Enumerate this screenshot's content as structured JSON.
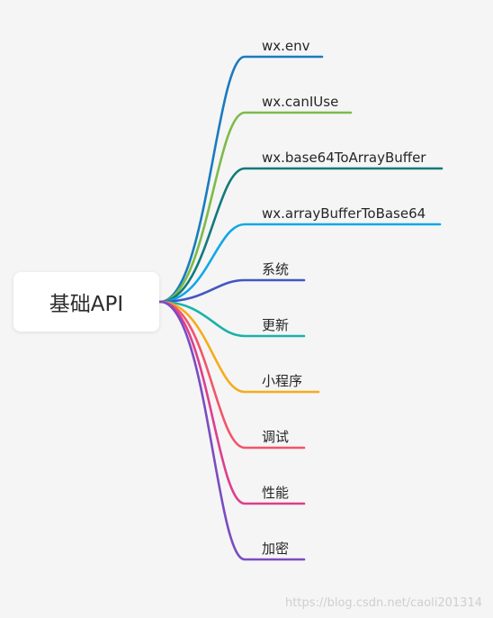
{
  "root": {
    "label": "基础API"
  },
  "branches": [
    {
      "label": "wx.env",
      "color": "#1a7bbf"
    },
    {
      "label": "wx.canIUse",
      "color": "#7cbb4a"
    },
    {
      "label": "wx.base64ToArrayBuffer",
      "color": "#12797b"
    },
    {
      "label": "wx.arrayBufferToBase64",
      "color": "#10a8e6"
    },
    {
      "label": "系统",
      "color": "#4257c2"
    },
    {
      "label": "更新",
      "color": "#19b2a8"
    },
    {
      "label": "小程序",
      "color": "#f5ac1e"
    },
    {
      "label": "调试",
      "color": "#f2556a"
    },
    {
      "label": "性能",
      "color": "#dc3f8e"
    },
    {
      "label": "加密",
      "color": "#7a4cc1"
    }
  ],
  "watermark": "https://blog.csdn.net/caoli201314"
}
